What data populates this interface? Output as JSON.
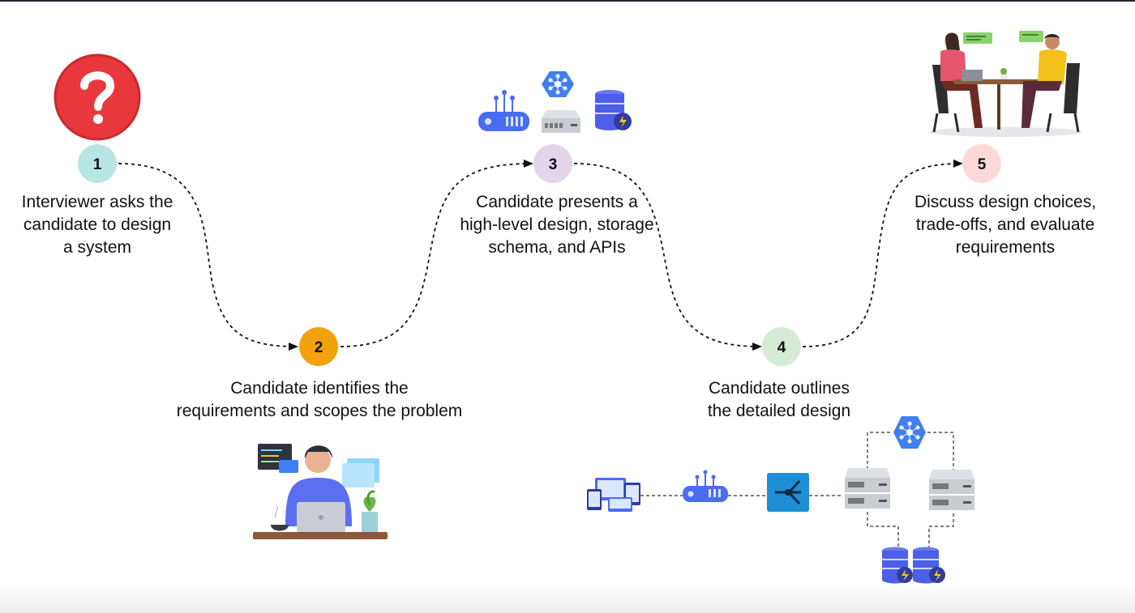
{
  "steps": [
    {
      "number": "1",
      "color": "#b9e6e4",
      "lines": [
        "Interviewer asks the",
        "candidate to design",
        "a system"
      ]
    },
    {
      "number": "2",
      "color": "#f2a20c",
      "lines": [
        "Candidate identifies the",
        "requirements and scopes the problem"
      ]
    },
    {
      "number": "3",
      "color": "#e3d6ea",
      "lines": [
        "Candidate presents a",
        "high-level design, storage",
        "schema, and APIs"
      ]
    },
    {
      "number": "4",
      "color": "#d6ebd5",
      "lines": [
        "Candidate outlines",
        "the detailed design"
      ]
    },
    {
      "number": "5",
      "color": "#fcd9d9",
      "lines": [
        "Discuss design choices,",
        "trade-offs, and evaluate",
        "requirements"
      ]
    }
  ],
  "colors": {
    "question_red": "#e8383c",
    "network_blue": "#4a6cf2",
    "gcp_blue": "#3f7ff0",
    "load_balancer_blue": "#1d8fd6",
    "server_gray": "#c9ccd1",
    "storage_blue": "#4d5ee8",
    "arrow_line": "#111111"
  },
  "icons": {
    "question": "question-mark-icon",
    "router": "router-icon",
    "gcp": "gcp-hexagon-icon",
    "server": "server-icon",
    "database": "database-icon",
    "devices": "devices-icon",
    "load_balancer": "load-balancer-icon",
    "developer": "developer-at-laptop-illustration",
    "meeting": "interview-meeting-illustration"
  }
}
